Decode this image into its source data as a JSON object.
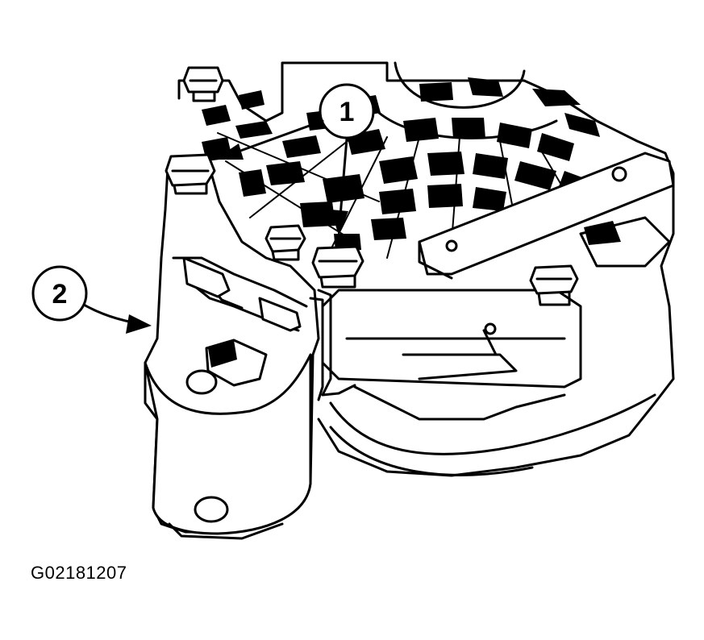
{
  "callouts": [
    {
      "label": "1"
    },
    {
      "label": "2"
    }
  ],
  "figure_id": "G02181207",
  "colors": {
    "ink": "#000000",
    "paper": "#ffffff"
  }
}
